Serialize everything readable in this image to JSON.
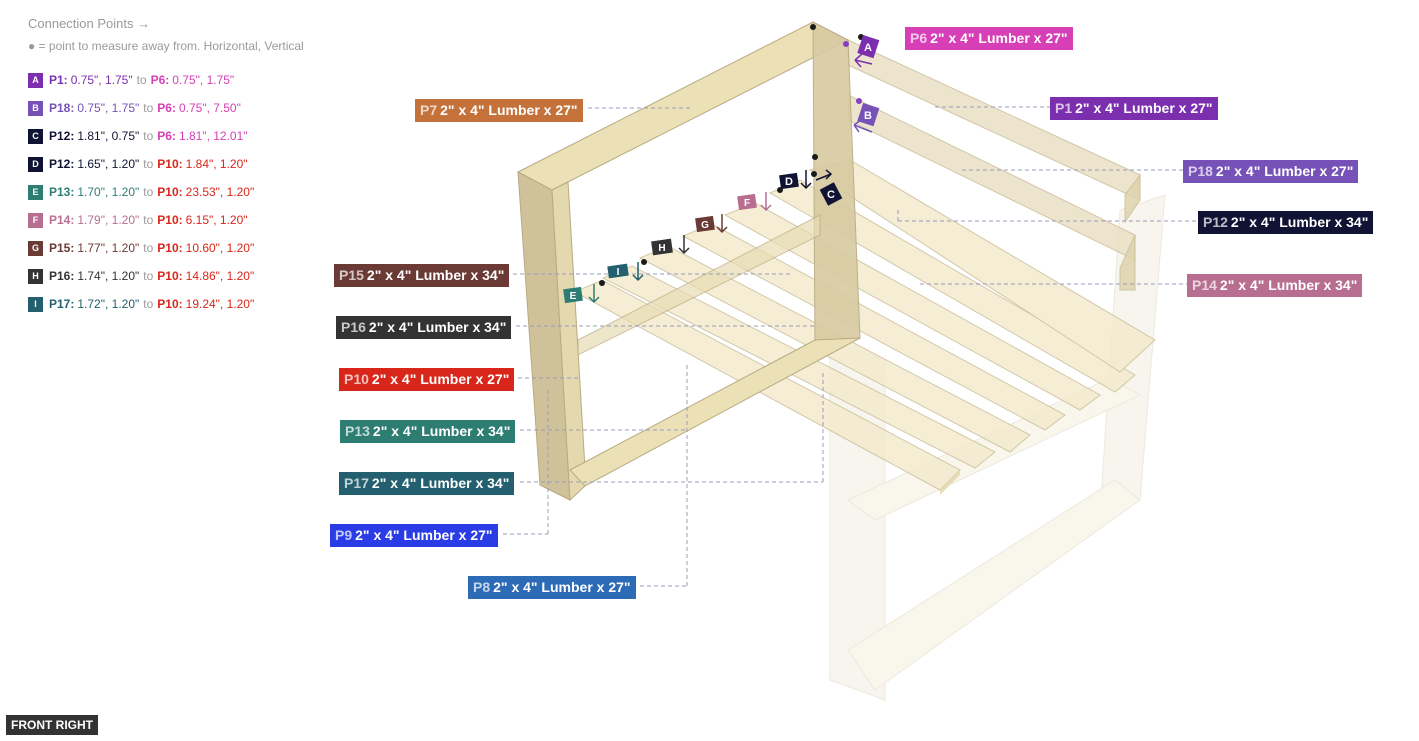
{
  "legend": {
    "title": "Connection Points →",
    "note": "● = point to measure away from. Horizontal, Vertical",
    "rows": [
      {
        "letter": "A",
        "color": "#7b2fae",
        "from_id": "P1:",
        "from_coord": "0.75\", 1.75\"",
        "from_color": "#7b2fae",
        "to_word": "to",
        "to_id": "P6:",
        "to_coord": "0.75\", 1.75\"",
        "to_color": "#d63fb6"
      },
      {
        "letter": "B",
        "color": "#7652b8",
        "from_id": "P18:",
        "from_coord": "0.75\", 1.75\"",
        "from_color": "#7652b8",
        "to_word": "to",
        "to_id": "P6:",
        "to_coord": "0.75\", 7.50\"",
        "to_color": "#d63fb6"
      },
      {
        "letter": "C",
        "color": "#101333",
        "from_id": "P12:",
        "from_coord": "1.81\", 0.75\"",
        "from_color": "#101333",
        "to_word": "to",
        "to_id": "P6:",
        "to_coord": "1.81\", 12.01\"",
        "to_color": "#d63fb6"
      },
      {
        "letter": "D",
        "color": "#101333",
        "from_id": "P12:",
        "from_coord": "1.65\", 1.20\"",
        "from_color": "#101333",
        "to_word": "to",
        "to_id": "P10:",
        "to_coord": "1.84\", 1.20\"",
        "to_color": "#d9261a"
      },
      {
        "letter": "E",
        "color": "#2e7d72",
        "from_id": "P13:",
        "from_coord": "1.70\", 1.20\"",
        "from_color": "#2e7d72",
        "to_word": "to",
        "to_id": "P10:",
        "to_coord": "23.53\", 1.20\"",
        "to_color": "#d9261a"
      },
      {
        "letter": "F",
        "color": "#b76e91",
        "from_id": "P14:",
        "from_coord": "1.79\", 1.20\"",
        "from_color": "#b76e91",
        "to_word": "to",
        "to_id": "P10:",
        "to_coord": "6.15\", 1.20\"",
        "to_color": "#d9261a"
      },
      {
        "letter": "G",
        "color": "#6b3a34",
        "from_id": "P15:",
        "from_coord": "1.77\", 1.20\"",
        "from_color": "#6b3a34",
        "to_word": "to",
        "to_id": "P10:",
        "to_coord": "10.60\", 1.20\"",
        "to_color": "#d9261a"
      },
      {
        "letter": "H",
        "color": "#333333",
        "from_id": "P16:",
        "from_coord": "1.74\", 1.20\"",
        "from_color": "#333333",
        "to_word": "to",
        "to_id": "P10:",
        "to_coord": "14.86\", 1.20\"",
        "to_color": "#d9261a"
      },
      {
        "letter": "I",
        "color": "#235f6e",
        "from_id": "P17:",
        "from_coord": "1.72\", 1.20\"",
        "from_color": "#235f6e",
        "to_word": "to",
        "to_id": "P10:",
        "to_coord": "19.24\", 1.20\"",
        "to_color": "#d9261a"
      }
    ]
  },
  "parts": {
    "p6": {
      "id": "P6",
      "text": "2\" x 4\" Lumber  x 27\"",
      "color": "#d63fb6"
    },
    "p7": {
      "id": "P7",
      "text": "2\" x 4\" Lumber  x 27\"",
      "color": "#c4713a"
    },
    "p1": {
      "id": "P1",
      "text": "2\" x 4\" Lumber  x 27\"",
      "color": "#7b2fae"
    },
    "p18": {
      "id": "P18",
      "text": "2\" x 4\" Lumber  x 27\"",
      "color": "#7652b8"
    },
    "p12": {
      "id": "P12",
      "text": "2\" x 4\" Lumber  x 34\"",
      "color": "#101333"
    },
    "p14": {
      "id": "P14",
      "text": "2\" x 4\" Lumber  x 34\"",
      "color": "#b76e91"
    },
    "p15": {
      "id": "P15",
      "text": "2\" x 4\" Lumber  x 34\"",
      "color": "#6b3a34"
    },
    "p16": {
      "id": "P16",
      "text": "2\" x 4\" Lumber  x 34\"",
      "color": "#333333"
    },
    "p10": {
      "id": "P10",
      "text": "2\" x 4\" Lumber  x 27\"",
      "color": "#d9261a"
    },
    "p13": {
      "id": "P13",
      "text": "2\" x 4\" Lumber  x 34\"",
      "color": "#2e7d72"
    },
    "p17": {
      "id": "P17",
      "text": "2\" x 4\" Lumber  x 34\"",
      "color": "#235f6e"
    },
    "p9": {
      "id": "P9",
      "text": "2\" x 4\" Lumber  x 27\"",
      "color": "#2a3ce6"
    },
    "p8": {
      "id": "P8",
      "text": "2\" x 4\" Lumber  x 27\"",
      "color": "#2c6bb5"
    }
  },
  "view_label": "FRONT RIGHT",
  "markers": [
    "A",
    "B",
    "C",
    "D",
    "E",
    "F",
    "G",
    "H",
    "I"
  ]
}
